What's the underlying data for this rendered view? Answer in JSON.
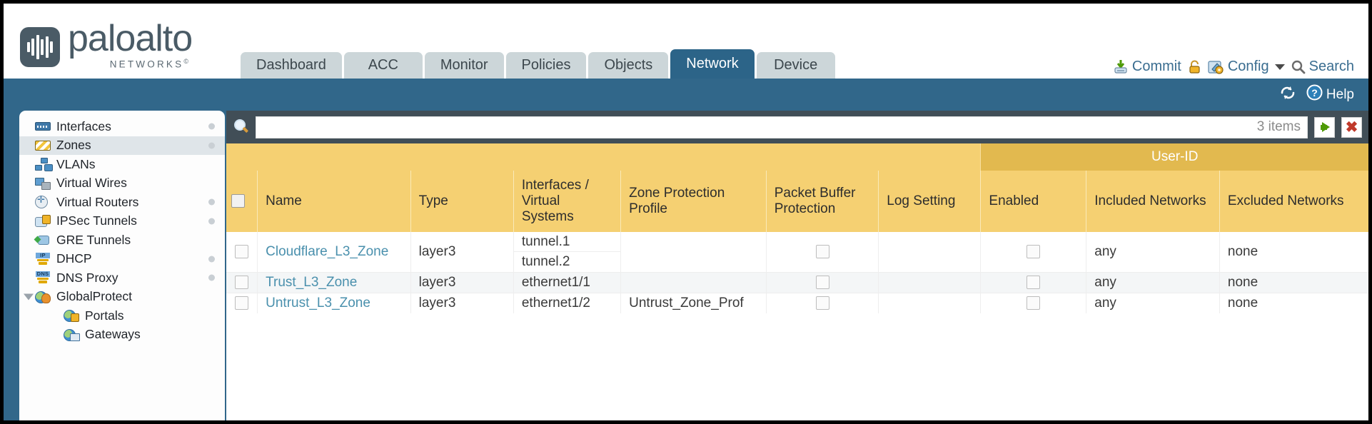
{
  "brand": {
    "name": "paloalto",
    "tagline": "NETWORKS",
    "registered": "©"
  },
  "tabs": [
    {
      "label": "Dashboard",
      "active": false
    },
    {
      "label": "ACC",
      "active": false
    },
    {
      "label": "Monitor",
      "active": false
    },
    {
      "label": "Policies",
      "active": false
    },
    {
      "label": "Objects",
      "active": false
    },
    {
      "label": "Network",
      "active": true
    },
    {
      "label": "Device",
      "active": false
    }
  ],
  "header_actions": {
    "commit": "Commit",
    "lock_icon": "lock-icon",
    "config": "Config",
    "search": "Search"
  },
  "subband": {
    "refresh_icon": "refresh-icon",
    "help": "Help"
  },
  "sidebar": {
    "items": [
      {
        "label": "Interfaces",
        "icon": "interfaces-icon",
        "selected": false,
        "dot": true,
        "child": false,
        "expander": false
      },
      {
        "label": "Zones",
        "icon": "zones-icon",
        "selected": true,
        "dot": true,
        "child": false,
        "expander": false
      },
      {
        "label": "VLANs",
        "icon": "vlans-icon",
        "selected": false,
        "dot": false,
        "child": false,
        "expander": false
      },
      {
        "label": "Virtual Wires",
        "icon": "virtual-wires-icon",
        "selected": false,
        "dot": false,
        "child": false,
        "expander": false
      },
      {
        "label": "Virtual Routers",
        "icon": "virtual-routers-icon",
        "selected": false,
        "dot": true,
        "child": false,
        "expander": false
      },
      {
        "label": "IPSec Tunnels",
        "icon": "ipsec-tunnels-icon",
        "selected": false,
        "dot": true,
        "child": false,
        "expander": false
      },
      {
        "label": "GRE Tunnels",
        "icon": "gre-tunnels-icon",
        "selected": false,
        "dot": false,
        "child": false,
        "expander": false
      },
      {
        "label": "DHCP",
        "icon": "dhcp-icon",
        "selected": false,
        "dot": true,
        "child": false,
        "expander": false
      },
      {
        "label": "DNS Proxy",
        "icon": "dns-proxy-icon",
        "selected": false,
        "dot": true,
        "child": false,
        "expander": false
      },
      {
        "label": "GlobalProtect",
        "icon": "globalprotect-icon",
        "selected": false,
        "dot": false,
        "child": false,
        "expander": true
      },
      {
        "label": "Portals",
        "icon": "portals-icon",
        "selected": false,
        "dot": false,
        "child": true,
        "expander": false
      },
      {
        "label": "Gateways",
        "icon": "gateways-icon",
        "selected": false,
        "dot": false,
        "child": true,
        "expander": false
      }
    ]
  },
  "search": {
    "value": "",
    "placeholder": "",
    "item_count": "3 items",
    "apply_icon": "apply-filter-icon",
    "clear_icon": "clear-filter-icon",
    "magnifier_icon": "magnifier-icon"
  },
  "table": {
    "group_header": "User-ID",
    "columns": [
      "Name",
      "Type",
      "Interfaces / Virtual Systems",
      "Zone Protection Profile",
      "Packet Buffer Protection",
      "Log Setting",
      "Enabled",
      "Included Networks",
      "Excluded Networks"
    ],
    "rows": [
      {
        "selected": false,
        "name": "Cloudflare_L3_Zone",
        "type": "layer3",
        "interfaces": [
          "tunnel.1",
          "tunnel.2"
        ],
        "zone_protection_profile": "",
        "packet_buffer_protection": false,
        "log_setting": "",
        "userid_enabled": false,
        "included_networks": "any",
        "excluded_networks": "none"
      },
      {
        "selected": false,
        "name": "Trust_L3_Zone",
        "type": "layer3",
        "interfaces": [
          "ethernet1/1"
        ],
        "zone_protection_profile": "",
        "packet_buffer_protection": false,
        "log_setting": "",
        "userid_enabled": false,
        "included_networks": "any",
        "excluded_networks": "none"
      },
      {
        "selected": false,
        "name": "Untrust_L3_Zone",
        "type": "layer3",
        "interfaces": [
          "ethernet1/2"
        ],
        "zone_protection_profile": "Untrust_Zone_Prof",
        "packet_buffer_protection": false,
        "log_setting": "",
        "userid_enabled": false,
        "included_networks": "any",
        "excluded_networks": "none"
      }
    ]
  },
  "colors": {
    "brand_blue": "#31678a",
    "tab_active": "#2c6488",
    "tab_inactive": "#ccd6d9",
    "table_header_yellow": "#f5d072",
    "group_header_yellow": "#e2b94f",
    "link_blue": "#4a90ad",
    "panel_dark": "#414e57"
  }
}
